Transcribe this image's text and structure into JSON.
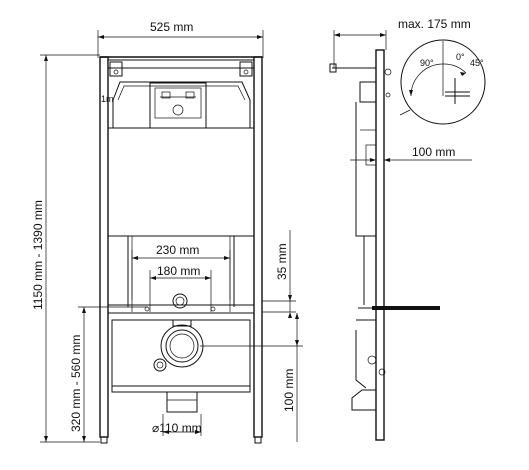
{
  "dimensions": {
    "width_top": "525 mm",
    "max_depth": "max. 175 mm",
    "height_range": "1150 mm - 1390 mm",
    "bottom_range": "320 mm - 560 mm",
    "mount_230": "230 mm",
    "mount_180": "180 mm",
    "dim_35": "35 mm",
    "dim_100_side": "100 mm",
    "dim_100_lower": "100 mm",
    "pipe_diameter": "⌀110 mm"
  },
  "angles": {
    "a90": "90°",
    "a0": "0°",
    "a45": "45°"
  }
}
